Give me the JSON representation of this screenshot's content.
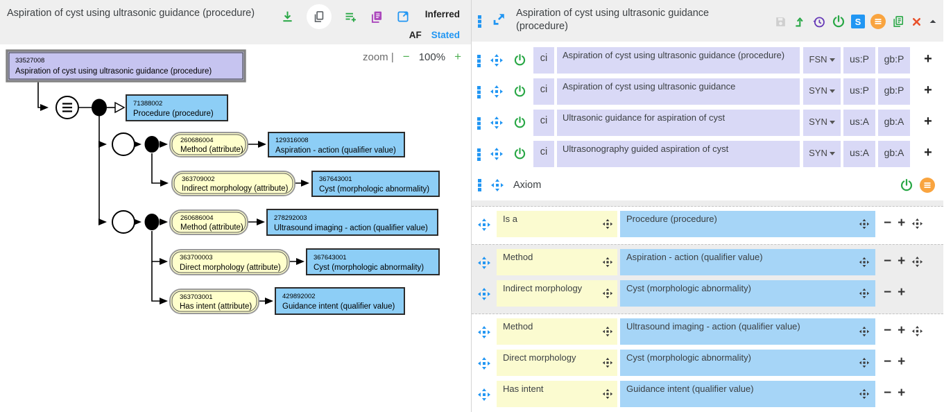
{
  "colors": {
    "accent_blue": "#2196f3",
    "green": "#28a745",
    "purple": "#673ab7",
    "magenta": "#ab47bc",
    "orange": "#f9a43f",
    "red": "#e8502a",
    "lavender": "#d9d9f6",
    "axiom_yellow": "#fbfbd0",
    "axiom_blue": "#a6d5f7",
    "diagram_purple": "#c6c4f0",
    "diagram_blue": "#8dcef6",
    "diagram_yellow": "#ffffcc",
    "header_bg": "#efefef"
  },
  "left_panel": {
    "title": "Aspiration of cyst using ultrasonic guidance (procedure)",
    "view_toggle": {
      "inferred": "Inferred",
      "af": "AF",
      "stated": "Stated"
    },
    "zoom_controls": {
      "label": "zoom |",
      "minus": "−",
      "level": "100%",
      "plus": "+"
    },
    "diagram": {
      "root": {
        "id": "33527008",
        "label": "Aspiration of cyst using ultrasonic guidance (procedure)"
      },
      "parent": {
        "id": "71388002",
        "label": "Procedure (procedure)"
      },
      "groups": [
        {
          "attrs": [
            {
              "attr_id": "260686004",
              "attr_label": "Method (attribute)",
              "value_id": "129316008",
              "value_label": "Aspiration - action (qualifier value)"
            },
            {
              "attr_id": "363709002",
              "attr_label": "Indirect morphology (attribute)",
              "value_id": "367643001",
              "value_label": "Cyst (morphologic abnormality)"
            }
          ]
        },
        {
          "attrs": [
            {
              "attr_id": "260686004",
              "attr_label": "Method (attribute)",
              "value_id": "278292003",
              "value_label": "Ultrasound imaging - action (qualifier value)"
            },
            {
              "attr_id": "363700003",
              "attr_label": "Direct morphology (attribute)",
              "value_id": "367643001",
              "value_label": "Cyst (morphologic abnormality)"
            },
            {
              "attr_id": "363703001",
              "attr_label": "Has intent (attribute)",
              "value_id": "429892002",
              "value_label": "Guidance intent (qualifier value)"
            }
          ]
        }
      ]
    }
  },
  "right_panel": {
    "title": "Aspiration of cyst using ultrasonic guidance (procedure)",
    "toolbar": {
      "s_badge": "S"
    },
    "descriptions": [
      {
        "case": "ci",
        "term": "Aspiration of cyst using ultrasonic guidance (procedure)",
        "type": "FSN",
        "us": "us:P",
        "gb": "gb:P",
        "add": "+"
      },
      {
        "case": "ci",
        "term": "Aspiration of cyst using ultrasonic guidance",
        "type": "SYN",
        "us": "us:P",
        "gb": "gb:P",
        "add": "+"
      },
      {
        "case": "ci",
        "term": "Ultrasonic guidance for aspiration of cyst",
        "type": "SYN",
        "us": "us:A",
        "gb": "gb:A",
        "add": "+"
      },
      {
        "case": "ci",
        "term": "Ultrasonography guided aspiration of cyst",
        "type": "SYN",
        "us": "us:A",
        "gb": "gb:A",
        "add": "+"
      }
    ],
    "controls": {
      "remove": "−",
      "add": "+"
    },
    "axiom": {
      "label": "Axiom",
      "groups": [
        {
          "rows": [
            {
              "attr": "Is a",
              "value": "Procedure (procedure)"
            }
          ]
        },
        {
          "rows": [
            {
              "attr": "Method",
              "value": "Aspiration - action (qualifier value)"
            },
            {
              "attr": "Indirect morphology",
              "value": "Cyst (morphologic abnormality)"
            }
          ]
        },
        {
          "rows": [
            {
              "attr": "Method",
              "value": "Ultrasound imaging - action (qualifier value)"
            },
            {
              "attr": "Direct morphology",
              "value": "Cyst (morphologic abnormality)"
            },
            {
              "attr": "Has intent",
              "value": "Guidance intent (qualifier value)"
            }
          ]
        }
      ]
    }
  }
}
